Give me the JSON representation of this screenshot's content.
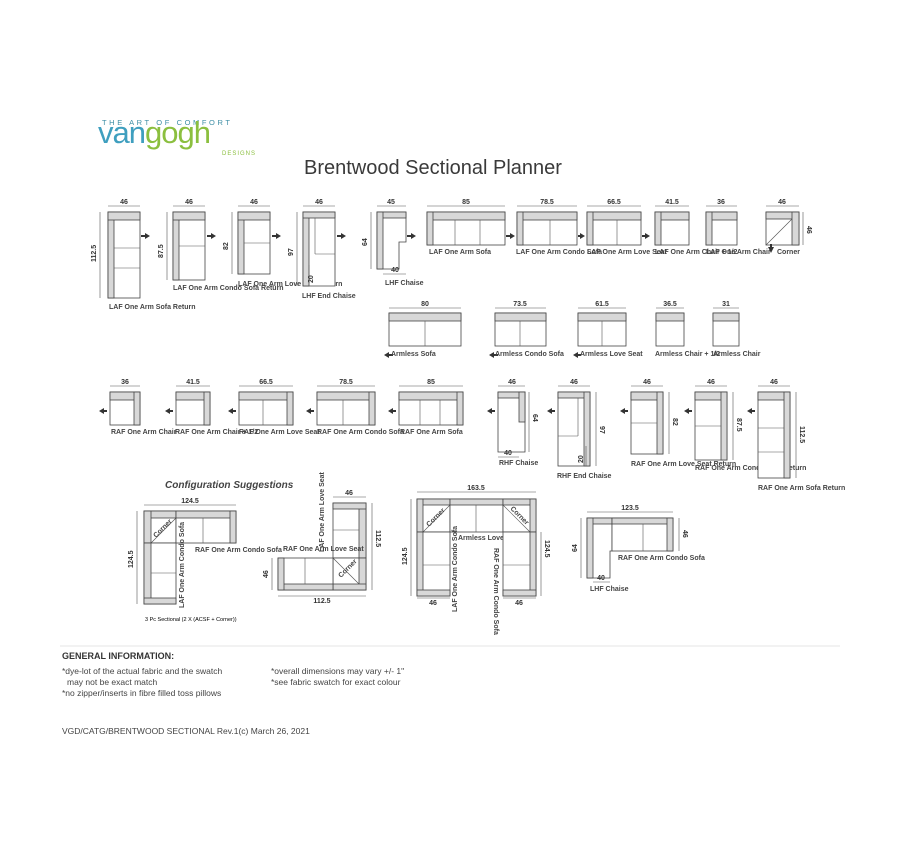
{
  "brand": {
    "tagline": "THE ART OF COMFORT",
    "name_part1": "van",
    "name_part2": "gogh",
    "sub": "DESIGNS"
  },
  "title": "Brentwood Sectional Planner",
  "dims": {
    "r1": [
      "46",
      "46",
      "46",
      "46",
      "45",
      "85",
      "78.5",
      "66.5",
      "41.5",
      "36",
      "46"
    ],
    "r1_side": [
      "112.5",
      "87.5",
      "82",
      "97",
      "64",
      "46"
    ],
    "r1_sub": [
      "20",
      "40"
    ],
    "r2": [
      "80",
      "73.5",
      "61.5",
      "36.5",
      "31"
    ],
    "r3": [
      "36",
      "41.5",
      "66.5",
      "78.5",
      "85",
      "46",
      "46",
      "46",
      "46",
      "46"
    ],
    "r3_side": [
      "64",
      "97",
      "82",
      "87.5",
      "112.5"
    ],
    "r3_sub": [
      "40",
      "20"
    ],
    "c1": [
      "124.5",
      "124.5"
    ],
    "c2": [
      "46",
      "112.5",
      "46",
      "112.5"
    ],
    "c3": [
      "163.5",
      "124.5",
      "124.5",
      "46",
      "46"
    ],
    "c4": [
      "123.5",
      "64",
      "46",
      "40"
    ]
  },
  "pieces": {
    "laf_return": "LAF One Arm Sofa Return",
    "laf_condo_return": "LAF One Arm Condo Sofa Return",
    "laf_love_return": "LAF One Arm Love Seat Return",
    "lhf_end_chaise": "LHF End Chaise",
    "lhf_chaise": "LHF Chaise",
    "laf_sofa": "LAF One Arm Sofa",
    "laf_condo": "LAF One Arm Condo Sofa",
    "laf_love": "LAF One Arm Love Seat",
    "laf_chair_half": "LAF One Arm Chair + 1/2",
    "laf_chair": "LAF One Arm Chair",
    "corner": "Corner",
    "armless_sofa": "Armless Sofa",
    "armless_condo": "Armless Condo Sofa",
    "armless_love": "Armless Love Seat",
    "armless_chair_half": "Armless Chair + 1/2",
    "armless_chair": "Armless Chair",
    "raf_chair": "RAF One Arm Chair",
    "raf_chair_half": "RAF One Arm Chair + 1/2",
    "raf_love": "RAF One Arm Love Seat",
    "raf_condo": "RAF One Arm Condo Sofa",
    "raf_sofa": "RAF One Arm Sofa",
    "rhf_chaise": "RHF Chaise",
    "rhf_end_chaise": "RHF End Chaise",
    "raf_love_return": "RAF One Arm Love Seat Return",
    "raf_condo_return": "RAF One Arm Condo Sofa Return",
    "raf_return": "RAF One Arm Sofa Return"
  },
  "config": {
    "title": "Configuration Suggestions",
    "c1_corner": "Corner",
    "c1_raf": "RAF One Arm Condo Sofa",
    "c1_laf": "LAF One Arm Condo Sofa",
    "c1_caption": "3 Pc Sectional (2 X (ACSF + Corner))",
    "c2_laf": "LAF One Arm Love Seat",
    "c2_raf": "RAF One Arm Love Seat",
    "c2_corner": "Corner",
    "c3_corner_l": "Corner",
    "c3_corner_r": "Corner",
    "c3_armless": "Armless Love Seat",
    "c3_laf": "LAF One Arm Condo Sofa",
    "c3_raf": "RAF One Arm Condo Sofa",
    "c4_raf": "RAF One Arm Condo Sofa",
    "c4_lhf": "LHF Chaise"
  },
  "footer": {
    "heading": "GENERAL INFORMATION:",
    "n1": "*dye-lot of the actual fabric and the swatch",
    "n1b": "may not be exact match",
    "n2": "*no zipper/inserts in fibre filled toss pillows",
    "n3": "*overall dimensions may vary +/- 1\"",
    "n4": "*see fabric swatch for exact colour",
    "rev": "VGD/CATG/BRENTWOOD SECTIONAL Rev.1(c) March 26, 2021"
  }
}
